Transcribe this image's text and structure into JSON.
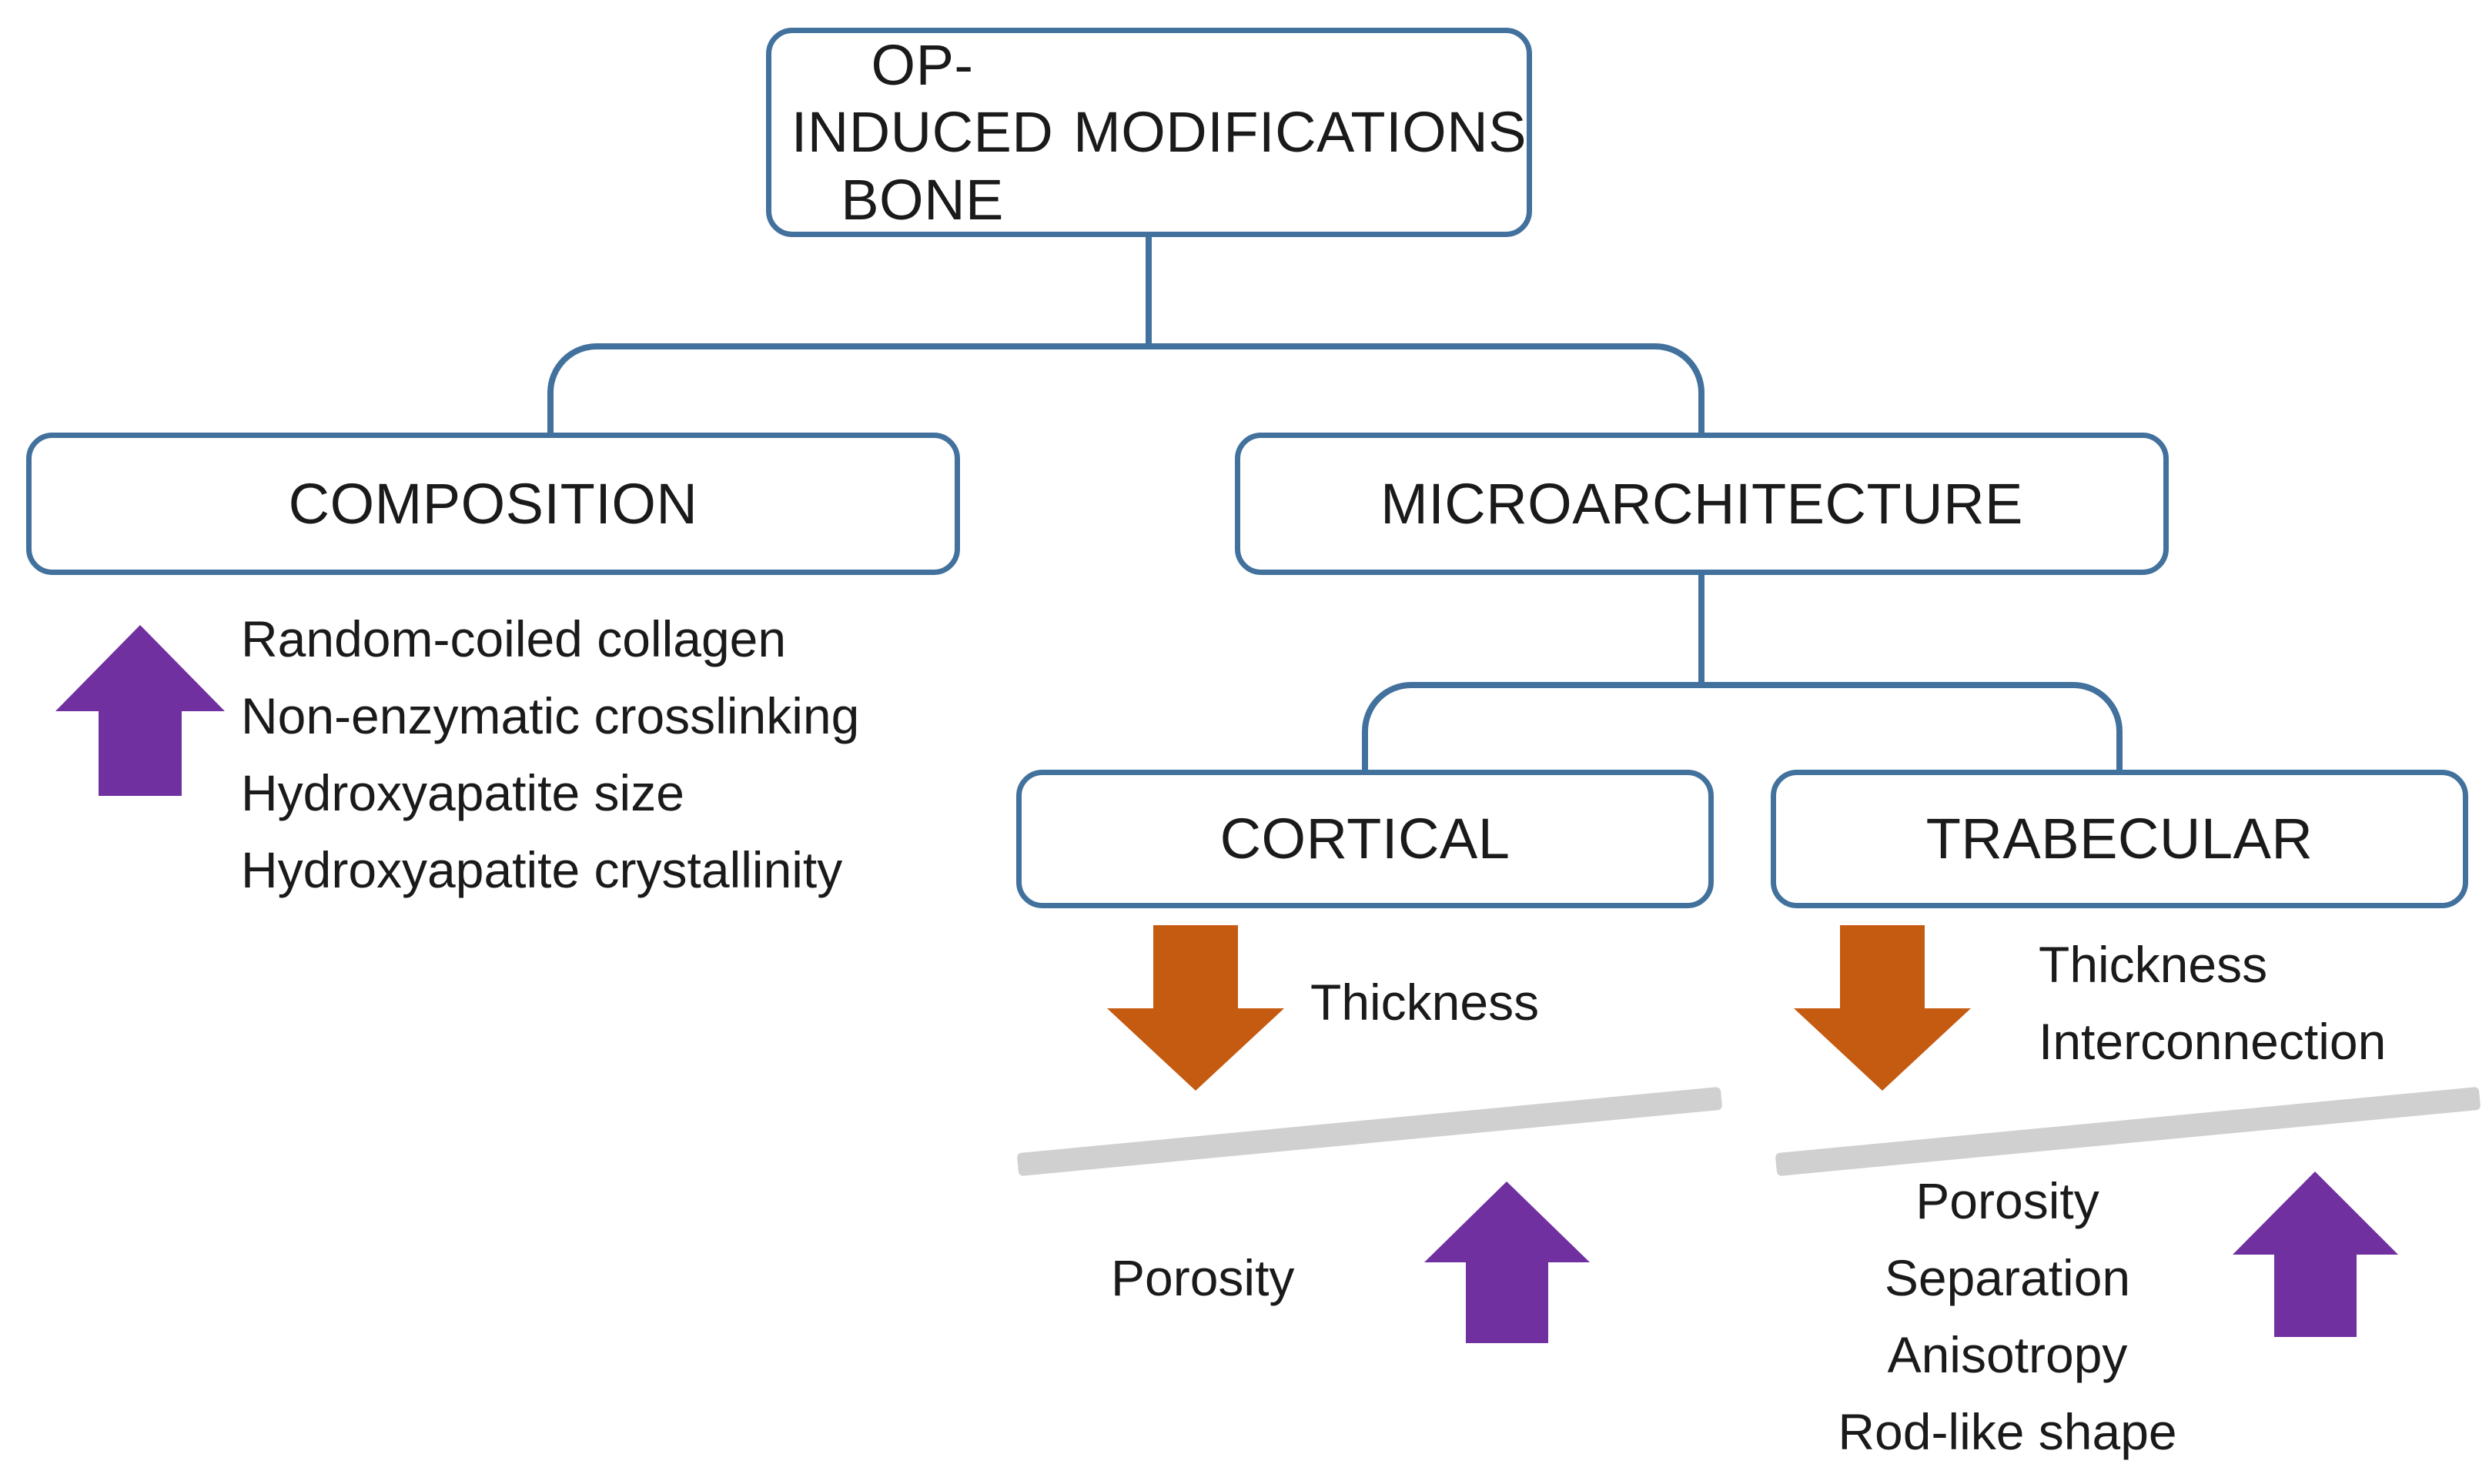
{
  "diagram": {
    "title": "OP-INDUCED BONE MODIFICATIONS",
    "nodes": {
      "root": "OP-INDUCED BONE\nMODIFICATIONS",
      "root_line1": "OP-INDUCED BONE",
      "root_line2": "MODIFICATIONS",
      "composition": "COMPOSITION",
      "microarchitecture": "MICROARCHITECTURE",
      "cortical": "CORTICAL",
      "trabecular": "TRABECULAR"
    },
    "composition_branch": {
      "arrow_direction": "up",
      "arrow_color": "#7030A0",
      "items": [
        "Random-coiled collagen",
        "Non-enzymatic crosslinking",
        "Hydroxyapatite size",
        "Hydroxyapatite crystallinity"
      ]
    },
    "cortical_branch": {
      "decrease": {
        "arrow_direction": "down",
        "arrow_color": "#C55A11",
        "items": [
          "Thickness"
        ]
      },
      "increase": {
        "arrow_direction": "up",
        "arrow_color": "#7030A0",
        "items": [
          "Porosity"
        ]
      },
      "beam_color": "#D0D0D0"
    },
    "trabecular_branch": {
      "decrease": {
        "arrow_direction": "down",
        "arrow_color": "#C55A11",
        "items": [
          "Thickness",
          "Interconnection"
        ]
      },
      "increase": {
        "arrow_direction": "up",
        "arrow_color": "#7030A0",
        "items": [
          "Porosity",
          "Separation",
          "Anisotropy",
          "Rod-like shape"
        ]
      },
      "beam_color": "#D0D0D0"
    },
    "colors": {
      "box_border": "#41719C",
      "box_fill": "#FFFFFF",
      "connector": "#41719C",
      "up_arrow": "#7030A0",
      "down_arrow": "#C55A11",
      "beam": "#D0D0D0",
      "text": "#1A1A1A",
      "background": "#FFFFFF"
    }
  }
}
